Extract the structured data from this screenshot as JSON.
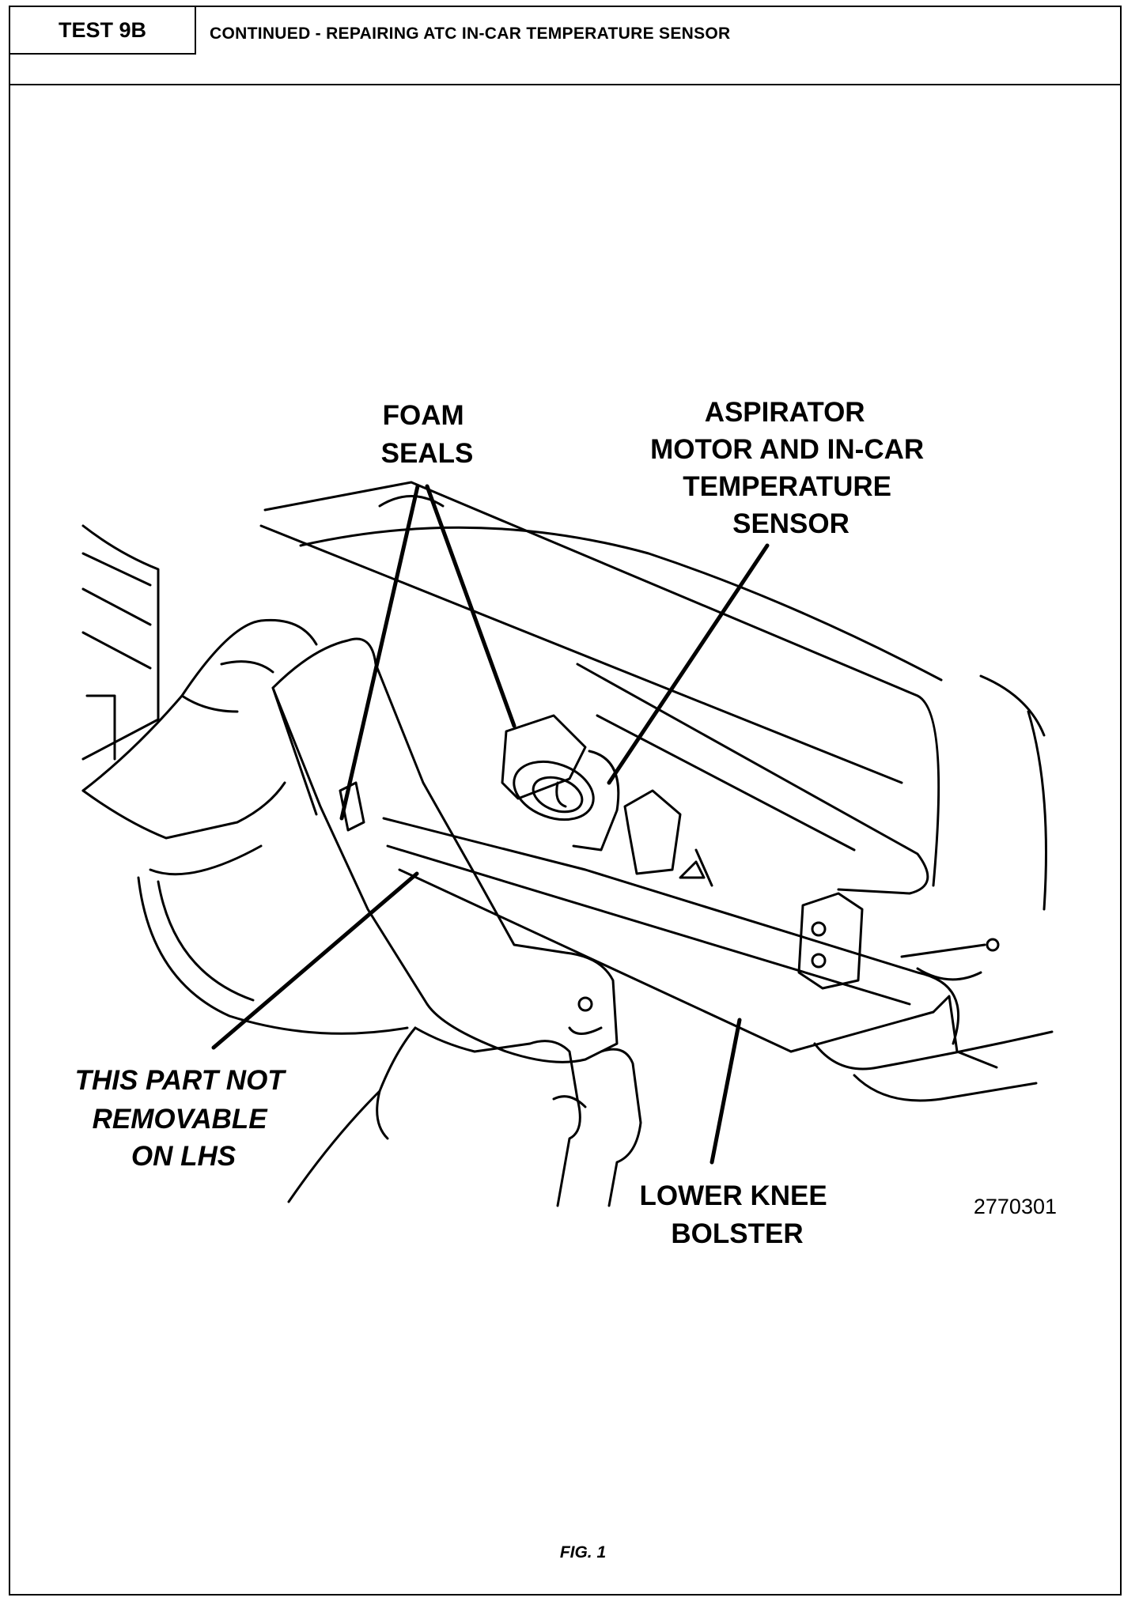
{
  "header": {
    "test_label": "TEST 9B",
    "title": "CONTINUED - REPAIRING ATC IN-CAR TEMPERATURE SENSOR"
  },
  "figure": {
    "labels": {
      "foam_seals": [
        "FOAM",
        "SEALS"
      ],
      "aspirator": [
        "ASPIRATOR",
        "MOTOR AND IN-CAR",
        "TEMPERATURE",
        "SENSOR"
      ],
      "not_removable": [
        "THIS PART NOT",
        "REMOVABLE",
        "ON LHS"
      ],
      "knee_bolster": [
        "LOWER KNEE",
        "BOLSTER"
      ]
    },
    "part_number": "2770301",
    "caption": "FIG. 1"
  }
}
